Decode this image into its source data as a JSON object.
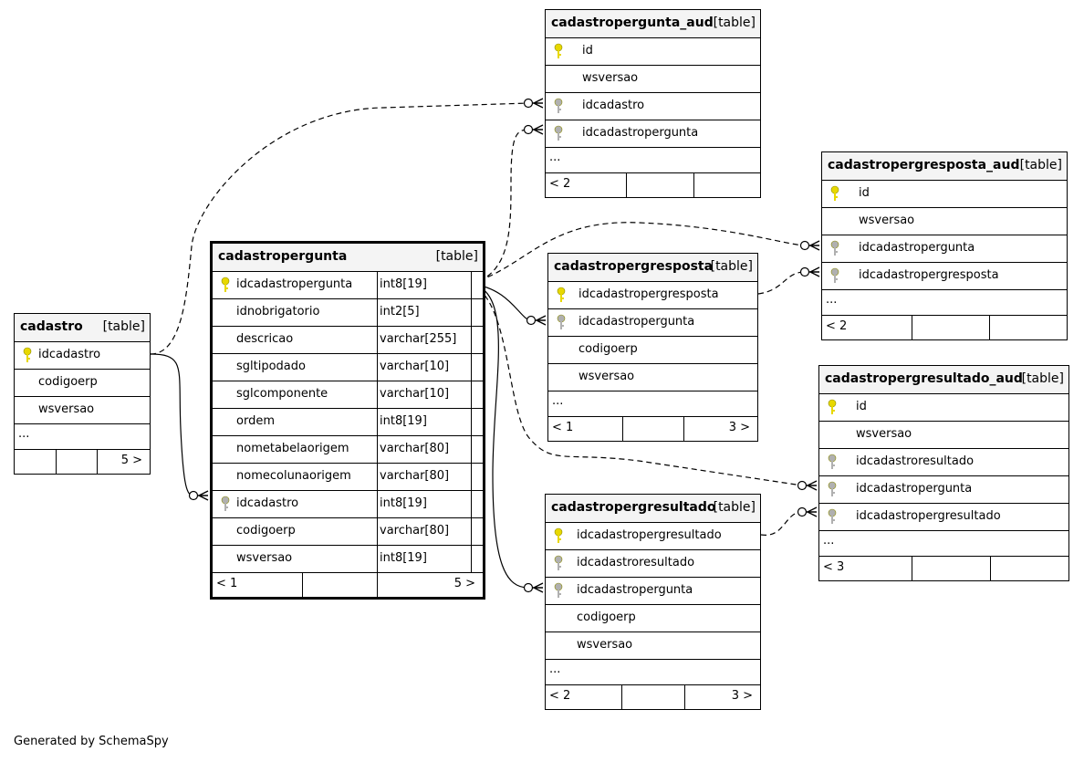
{
  "credit": "Generated by SchemaSpy",
  "tables": {
    "cadastro": {
      "name": "cadastro",
      "type": "[table]",
      "columns": [
        {
          "name": "idcadastro",
          "key": "primary"
        },
        {
          "name": "codigoerp",
          "key": "none"
        },
        {
          "name": "wsversao",
          "key": "none"
        }
      ],
      "more": "...",
      "footer": [
        "",
        "",
        "5 >"
      ]
    },
    "cadastropergunta": {
      "name": "cadastropergunta",
      "type": "[table]",
      "columns": [
        {
          "name": "idcadastropergunta",
          "dtype": "int8[19]",
          "key": "primary"
        },
        {
          "name": "idnobrigatorio",
          "dtype": "int2[5]",
          "key": "none"
        },
        {
          "name": "descricao",
          "dtype": "varchar[255]",
          "key": "none"
        },
        {
          "name": "sgltipodado",
          "dtype": "varchar[10]",
          "key": "none"
        },
        {
          "name": "sglcomponente",
          "dtype": "varchar[10]",
          "key": "none"
        },
        {
          "name": "ordem",
          "dtype": "int8[19]",
          "key": "none"
        },
        {
          "name": "nometabelaorigem",
          "dtype": "varchar[80]",
          "key": "none"
        },
        {
          "name": "nomecolunaorigem",
          "dtype": "varchar[80]",
          "key": "none"
        },
        {
          "name": "idcadastro",
          "dtype": "int8[19]",
          "key": "foreign"
        },
        {
          "name": "codigoerp",
          "dtype": "varchar[80]",
          "key": "none"
        },
        {
          "name": "wsversao",
          "dtype": "int8[19]",
          "key": "none"
        }
      ],
      "footer": [
        "< 1",
        "",
        "5 >"
      ]
    },
    "cadastropergunta_aud": {
      "name": "cadastropergunta_aud",
      "type": "[table]",
      "columns": [
        {
          "name": "id",
          "key": "primary"
        },
        {
          "name": "wsversao",
          "key": "none"
        },
        {
          "name": "idcadastro",
          "key": "foreign"
        },
        {
          "name": "idcadastropergunta",
          "key": "foreign"
        }
      ],
      "more": "...",
      "footer": [
        "< 2",
        "",
        ""
      ]
    },
    "cadastropergresposta_aud": {
      "name": "cadastropergresposta_aud",
      "type": "[table]",
      "columns": [
        {
          "name": "id",
          "key": "primary"
        },
        {
          "name": "wsversao",
          "key": "none"
        },
        {
          "name": "idcadastropergunta",
          "key": "foreign"
        },
        {
          "name": "idcadastropergresposta",
          "key": "foreign"
        }
      ],
      "more": "...",
      "footer": [
        "< 2",
        "",
        ""
      ]
    },
    "cadastropergresposta": {
      "name": "cadastropergresposta",
      "type": "[table]",
      "columns": [
        {
          "name": "idcadastropergresposta",
          "key": "primary"
        },
        {
          "name": "idcadastropergunta",
          "key": "foreign"
        },
        {
          "name": "codigoerp",
          "key": "none"
        },
        {
          "name": "wsversao",
          "key": "none"
        }
      ],
      "more": "...",
      "footer": [
        "< 1",
        "",
        "3 >"
      ]
    },
    "cadastropergresultado_aud": {
      "name": "cadastropergresultado_aud",
      "type": "[table]",
      "columns": [
        {
          "name": "id",
          "key": "primary"
        },
        {
          "name": "wsversao",
          "key": "none"
        },
        {
          "name": "idcadastroresultado",
          "key": "foreign"
        },
        {
          "name": "idcadastropergunta",
          "key": "foreign"
        },
        {
          "name": "idcadastropergresultado",
          "key": "foreign"
        }
      ],
      "more": "...",
      "footer": [
        "< 3",
        "",
        ""
      ]
    },
    "cadastropergresultado": {
      "name": "cadastropergresultado",
      "type": "[table]",
      "columns": [
        {
          "name": "idcadastropergresultado",
          "key": "primary"
        },
        {
          "name": "idcadastroresultado",
          "key": "foreign"
        },
        {
          "name": "idcadastropergunta",
          "key": "foreign"
        },
        {
          "name": "codigoerp",
          "key": "none"
        },
        {
          "name": "wsversao",
          "key": "none"
        }
      ],
      "more": "...",
      "footer": [
        "< 2",
        "",
        "3 >"
      ]
    }
  },
  "colors": {
    "primary_key": "#e8d800",
    "foreign_key": "#b0b0b0",
    "header_bg": "#f4f4f4",
    "line": "#000000"
  }
}
